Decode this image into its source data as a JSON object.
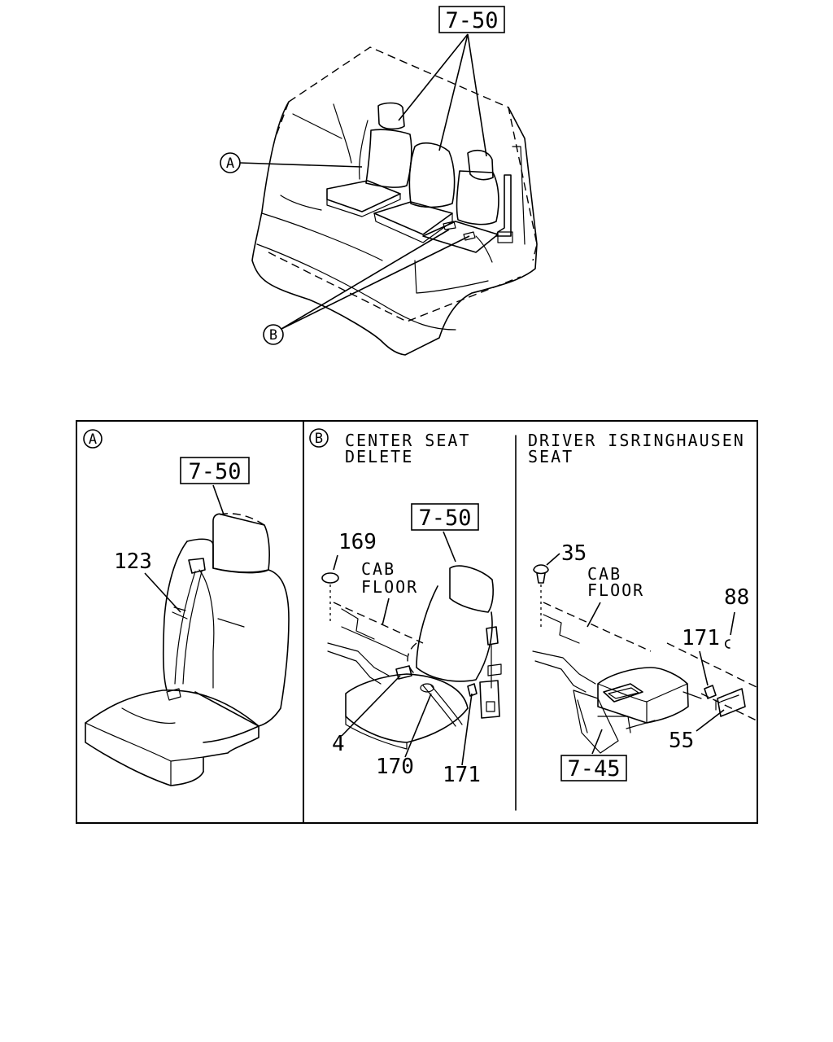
{
  "overview": {
    "ref_box": "7-50",
    "callout_a": "A",
    "callout_b": "B"
  },
  "panel_a": {
    "badge": "A",
    "ref_box": "7-50",
    "parts": {
      "belt": "123"
    }
  },
  "panel_b": {
    "badge": "B",
    "left": {
      "title_line1": "CENTER SEAT",
      "title_line2": "DELETE",
      "ref_box": "7-50",
      "cab_line1": "CAB",
      "cab_line2": "FLOOR",
      "parts": {
        "p169": "169",
        "p4": "4",
        "p170": "170",
        "p171": "171"
      }
    },
    "right": {
      "title_line1": "DRIVER ISRINGHAUSEN",
      "title_line2": "SEAT",
      "cab_line1": "CAB",
      "cab_line2": "FLOOR",
      "ref_box": "7-45",
      "parts": {
        "p35": "35",
        "p88": "88",
        "p171": "171",
        "p55": "55"
      }
    }
  }
}
